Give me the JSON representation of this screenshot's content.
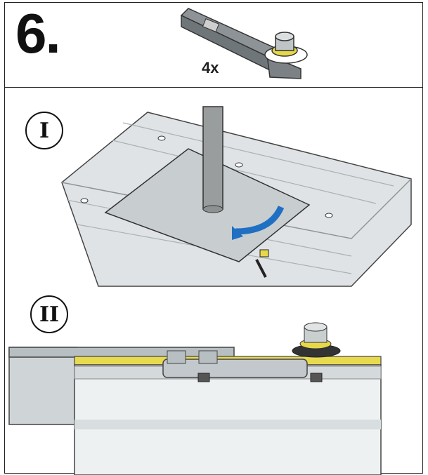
{
  "header": {
    "step_number": "6.",
    "quantity": "4x",
    "part_icon": "bracket-with-bolt-icon"
  },
  "panels": [
    {
      "label": "I",
      "content": "plate-on-rail-rotation"
    },
    {
      "label": "II",
      "content": "cross-section-bolt"
    }
  ],
  "colors": {
    "rail": "#d9dee0",
    "rail_dark": "#b8bfc2",
    "plate": "#c7cccf",
    "pole": "#9a9d9d",
    "arrow": "#1f6fc2",
    "washer_yellow": "#e6d84a",
    "strip_yellow": "#e8da4f"
  }
}
